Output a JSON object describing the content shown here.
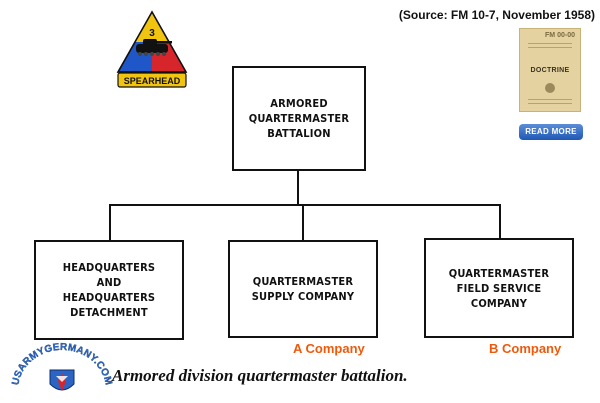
{
  "source": "(Source: FM 10-7, November 1958)",
  "patch": {
    "number": "3",
    "label": "SPEARHEAD",
    "colors": {
      "top": "#f1c40f",
      "left": "#1f57c9",
      "right": "#d6262b",
      "tab": "#f1c40f"
    }
  },
  "book": {
    "title": "FM 00-00",
    "doctrine": "DOCTRINE",
    "read_more": "READ MORE"
  },
  "org_chart": {
    "top": "Armored\nQuartermaster\nBattalion",
    "children": [
      {
        "label": "Headquarters\nand\nHeadquarters\nDetachment",
        "company": ""
      },
      {
        "label": "Quartermaster\nSupply Company",
        "company": "A Company"
      },
      {
        "label": "Quartermaster\nField Service\nCompany",
        "company": "B Company"
      }
    ]
  },
  "caption": "Armored division quartermaster battalion.",
  "logo": {
    "text": "USARMYGERMANY.COM"
  },
  "colors": {
    "company_label": "#ee5a0c",
    "line": "#111111"
  }
}
